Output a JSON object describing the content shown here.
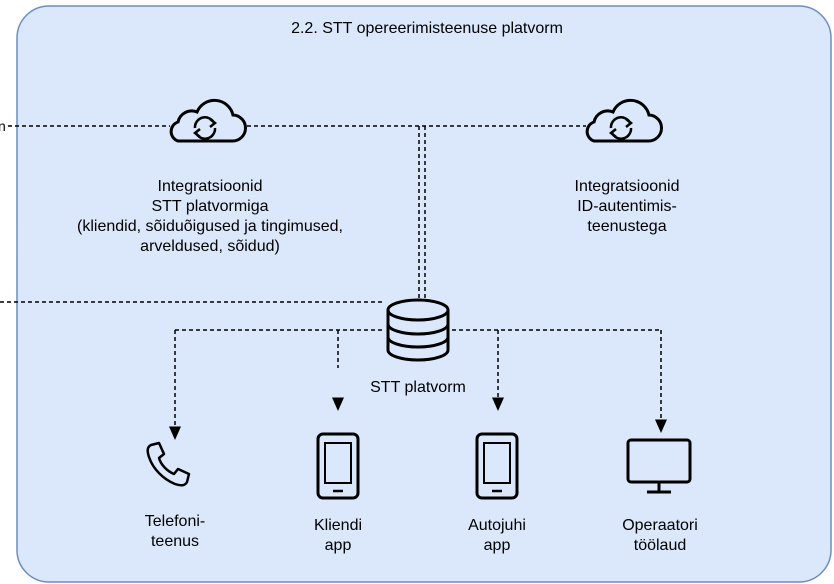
{
  "container": {
    "title": "2.2. STT opereerimisteenuse platvorm",
    "fill": "#dbe8fb",
    "stroke": "#6c8ebf"
  },
  "left_cut_text": "n",
  "integration_left": {
    "lines": [
      "Integratsioonid",
      "STT platvormiga",
      "(kliendid, sõiduõigused ja tingimused,",
      "arveldused, sõidud)"
    ],
    "icon": "cloud-sync-icon"
  },
  "integration_right": {
    "lines": [
      "Integratsioonid",
      "ID-autentimis-",
      "teenustega"
    ],
    "icon": "cloud-sync-icon"
  },
  "platform": {
    "label": "STT platvorm",
    "icon": "database-icon"
  },
  "endpoints": [
    {
      "lines": [
        "Telefoni-",
        "teenus"
      ],
      "icon": "phone-icon"
    },
    {
      "lines": [
        "Kliendi",
        "app"
      ],
      "icon": "smartphone-icon"
    },
    {
      "lines": [
        "Autojuhi",
        "app"
      ],
      "icon": "smartphone-icon"
    },
    {
      "lines": [
        "Operaatori",
        "töölaud"
      ],
      "icon": "monitor-icon"
    }
  ]
}
